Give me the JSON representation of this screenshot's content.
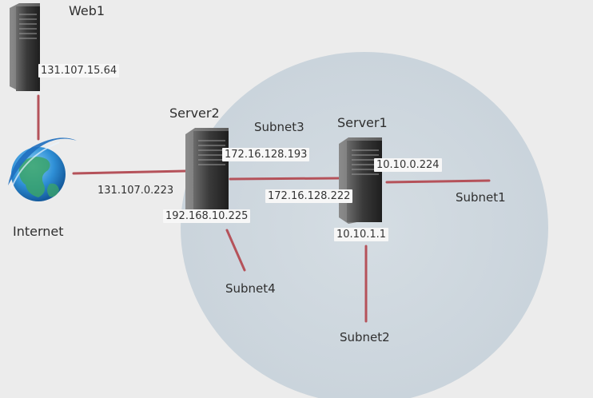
{
  "nodes": {
    "web1": {
      "name": "Web1",
      "ip": "131.107.15.64"
    },
    "internet": {
      "name": "Internet"
    },
    "server2": {
      "name": "Server2"
    },
    "server1": {
      "name": "Server1"
    }
  },
  "subnets": {
    "subnet1": "Subnet1",
    "subnet2": "Subnet2",
    "subnet3": "Subnet3",
    "subnet4": "Subnet4"
  },
  "interfaces": {
    "server2_internet": "131.107.0.223",
    "server2_subnet3": "172.16.128.193",
    "server2_subnet4": "192.168.10.225",
    "server1_subnet3": "172.16.128.222",
    "server1_subnet1": "10.10.0.224",
    "server1_subnet2": "10.10.1.1"
  },
  "colors": {
    "link": "#b5525a",
    "zone": "#cfd8df",
    "background": "#ececec"
  }
}
